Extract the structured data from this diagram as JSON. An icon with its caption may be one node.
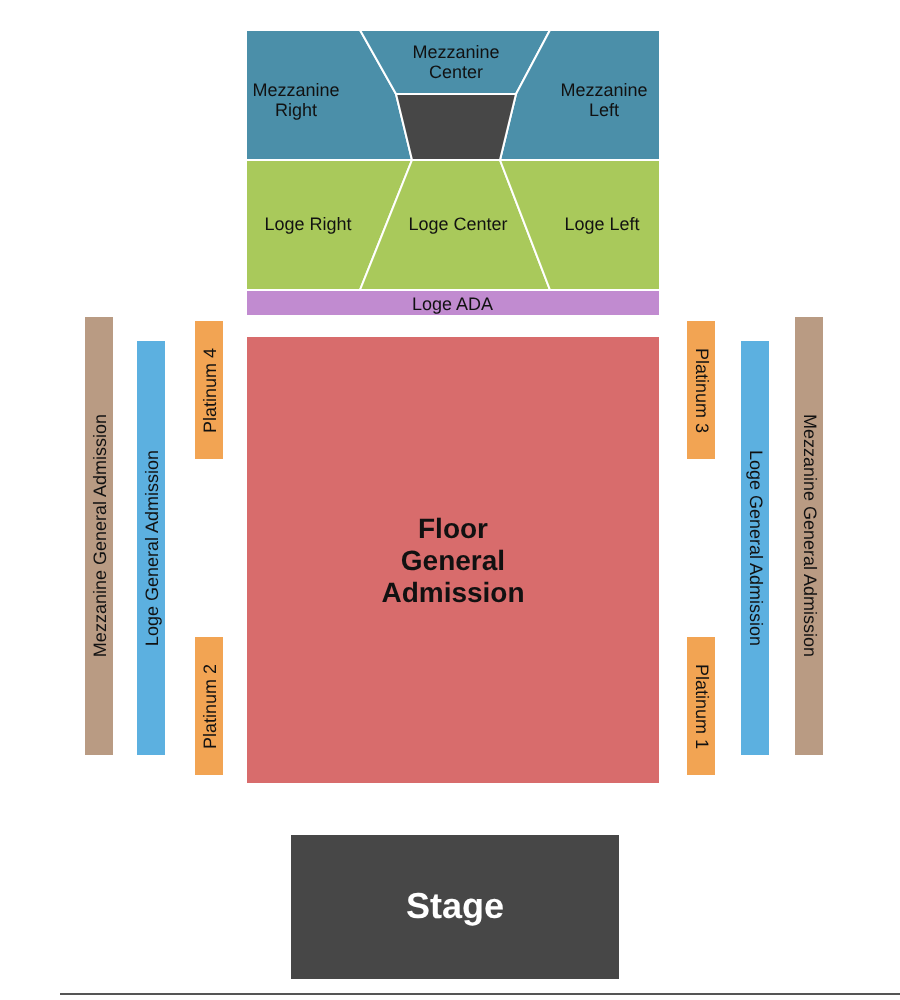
{
  "diagram": {
    "nodes": [
      {
        "text": [
          "Mezzanine Right"
        ]
      },
      {
        "text": [
          "Mezzanine Center"
        ]
      },
      {
        "text": [
          "Mezzanine Left"
        ]
      },
      {
        "text": [],
        "shape": "trapezoid"
      },
      {
        "text": [
          "Loge Right"
        ]
      },
      {
        "text": [
          "Loge Center"
        ]
      },
      {
        "text": [
          "Loge Left"
        ]
      },
      {
        "text": [
          "Loge ADA"
        ]
      },
      {
        "text": [
          "Mezzanine General Admission"
        ]
      },
      {
        "text": [
          "Loge General Admission"
        ]
      },
      {
        "text": [
          "Platinum 4"
        ]
      },
      {
        "text": [
          "Floor General Admission"
        ]
      },
      {
        "text": [
          "Platinum 3"
        ]
      },
      {
        "text": [
          "Loge General Admission"
        ]
      },
      {
        "text": [
          "Mezzanine General Admission"
        ]
      },
      {
        "text": [
          "Platinum 2"
        ]
      },
      {
        "text": [
          "Platinum 1"
        ]
      },
      {
        "text": [
          "Stage"
        ]
      }
    ],
    "edges": []
  }
}
